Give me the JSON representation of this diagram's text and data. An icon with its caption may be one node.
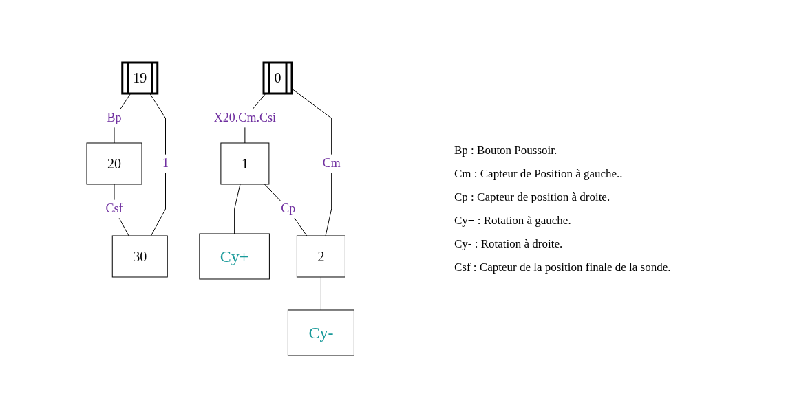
{
  "diagram": {
    "nodes": [
      {
        "text": [
          "19"
        ]
      },
      {
        "text": [
          "20"
        ]
      },
      {
        "text": [
          "30"
        ]
      },
      {
        "text": [
          "0"
        ]
      },
      {
        "text": [
          "1"
        ]
      },
      {
        "text": [
          "Cy+"
        ]
      },
      {
        "text": [
          "2"
        ]
      },
      {
        "text": [
          "Cy-"
        ]
      }
    ],
    "edges": [
      {
        "from": 0,
        "to": 1,
        "arrow": "none",
        "label": "Bp"
      },
      {
        "from": 1,
        "to": 2,
        "arrow": "none",
        "label": "Csf"
      },
      {
        "from": 2,
        "to": 0,
        "arrow": "none",
        "label": "1"
      },
      {
        "from": 3,
        "to": 4,
        "arrow": "none",
        "label": "X20.Cm.Csi"
      },
      {
        "from": 4,
        "to": 5,
        "arrow": "none"
      },
      {
        "from": 4,
        "to": 6,
        "arrow": "none",
        "label": "Cp"
      },
      {
        "from": 6,
        "to": 7,
        "arrow": "none"
      },
      {
        "from": 6,
        "to": 3,
        "arrow": "none",
        "label": "Cm"
      }
    ],
    "labels": [
      "Bp : Bouton Poussoir.",
      "Cm : Capteur de Position à gauche..",
      "Cp : Capteur de position à droite.",
      "Cy+ : Rotation à gauche.",
      "Cy- : Rotation à droite.",
      "Csf : Capteur de la position finale de la sonde."
    ]
  }
}
